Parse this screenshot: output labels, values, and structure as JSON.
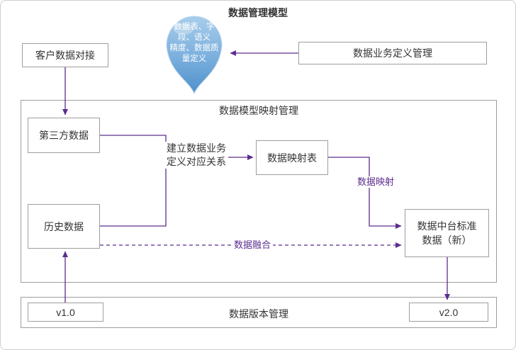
{
  "title": "数据管理模型",
  "colors": {
    "accent_purple": "#5b2d8e",
    "balloon_blue_top": "#a8cdea",
    "balloon_blue_bottom": "#4e90cb",
    "box_border": "#9e9e9e"
  },
  "balloon": {
    "text": "数据表、字\n段、语义\n精度、数据质\n量定义"
  },
  "containers": {
    "model_mapping": "数据模型映射管理",
    "version_management": "数据版本管理"
  },
  "boxes": {
    "customer_data": "客户数据对接",
    "business_definition": "数据业务定义管理",
    "third_party_data": "第三方数据",
    "history_data": "历史数据",
    "data_mapping_table": "数据映射表",
    "standard_data": "数据中台标准\n数据（新）",
    "v1": "v1.0",
    "v2": "v2.0"
  },
  "edge_labels": {
    "establish_relation": "建立数据业务\n定义对应关系",
    "data_mapping": "数据映射",
    "data_fusion": "数据融合"
  }
}
